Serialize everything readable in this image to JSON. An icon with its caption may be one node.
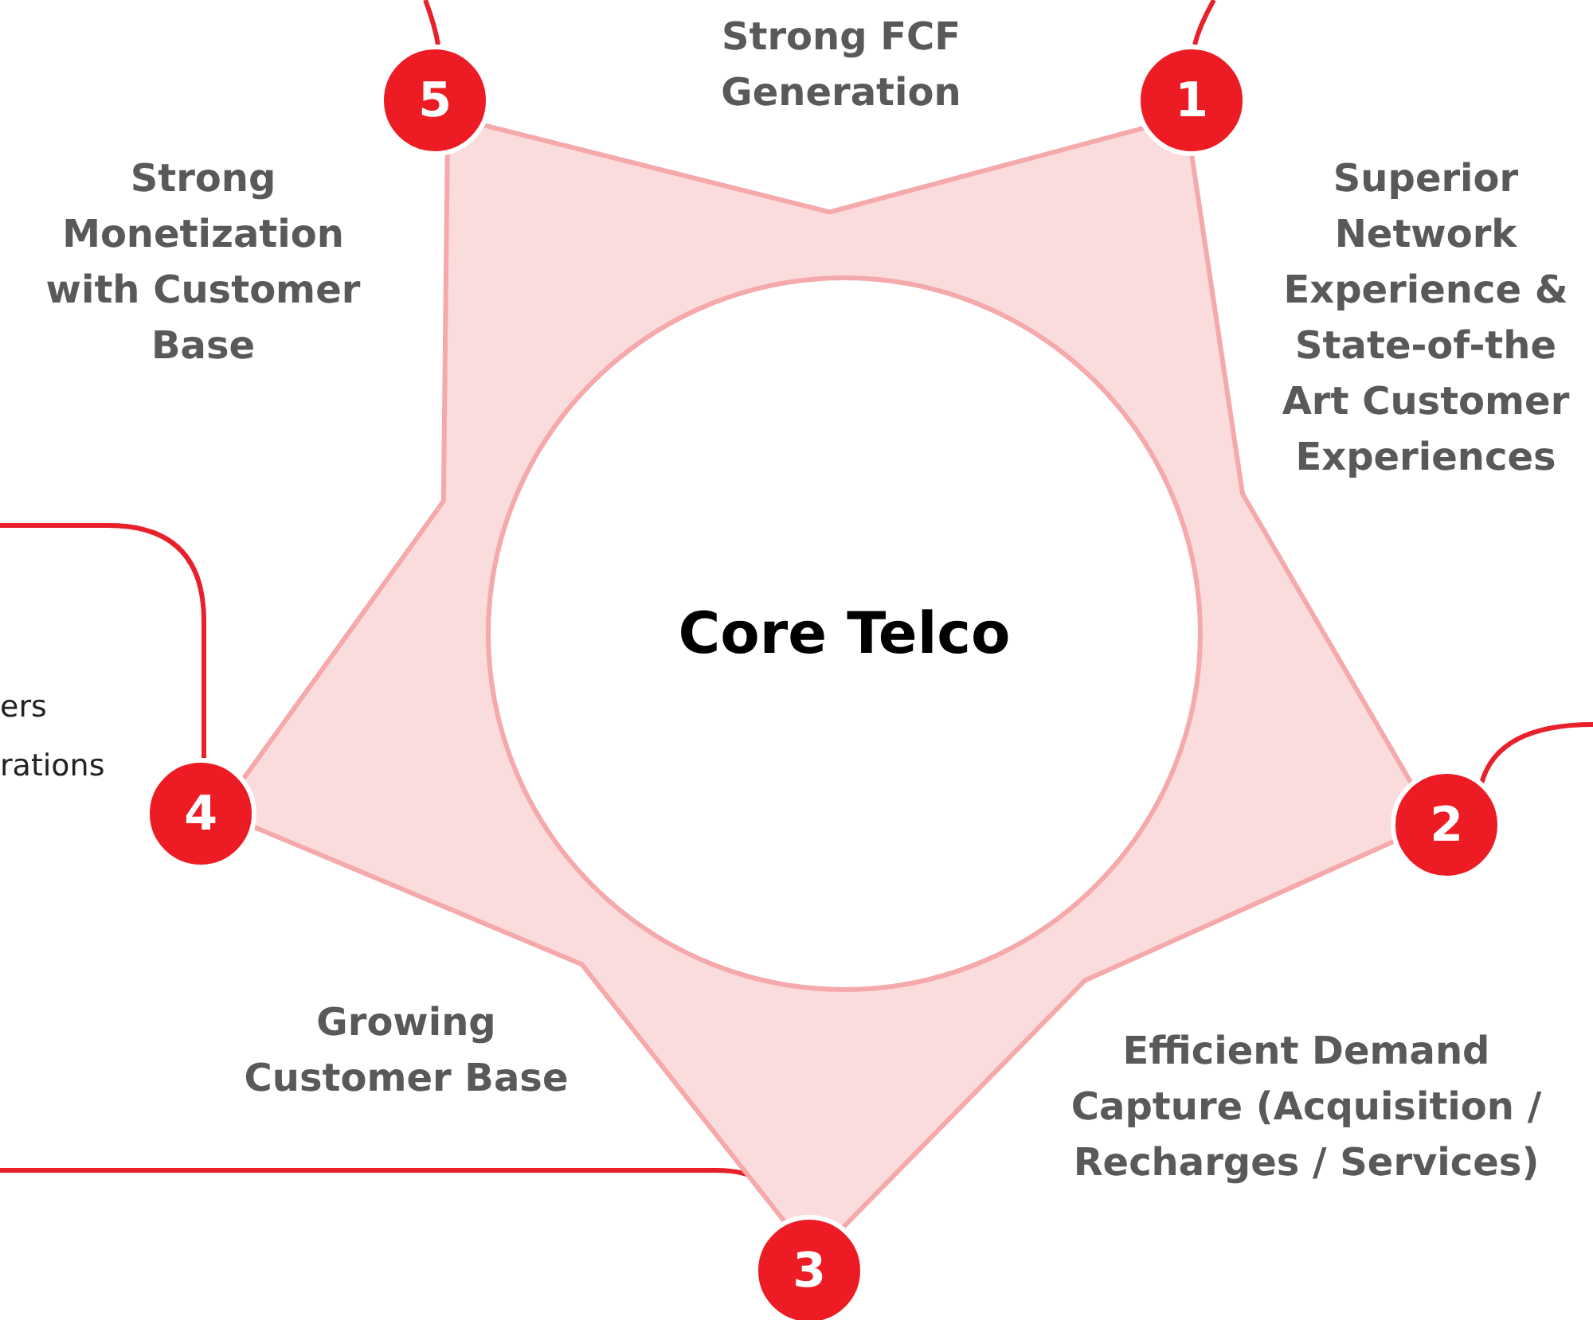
{
  "diagram": {
    "nodes": [
      {
        "text": [],
        "shape": "star"
      },
      {
        "text": [
          "Core Telco"
        ],
        "in": 0
      },
      {
        "text": [
          "1"
        ]
      },
      {
        "text": [
          "2"
        ]
      },
      {
        "text": [
          "3"
        ]
      },
      {
        "text": [
          "4"
        ]
      },
      {
        "text": [
          "5"
        ]
      }
    ],
    "edges": [
      {
        "from": 2,
        "to": null,
        "arrow": "none"
      },
      {
        "from": 3,
        "to": null,
        "arrow": "none"
      },
      {
        "from": 4,
        "to": null,
        "arrow": "none"
      },
      {
        "from": 5,
        "to": null,
        "arrow": "none"
      },
      {
        "from": 6,
        "to": null,
        "arrow": "none"
      }
    ],
    "labels": [
      "Strong FCF Generation",
      "Strong Monetization with Customer Base",
      "Superior Network Experience & State-of-the Art Customer Experiences",
      "ers",
      "rations",
      "Efficient Demand Capture (Acquisition / Recharges / Services)",
      "Growing Customer Base"
    ]
  }
}
